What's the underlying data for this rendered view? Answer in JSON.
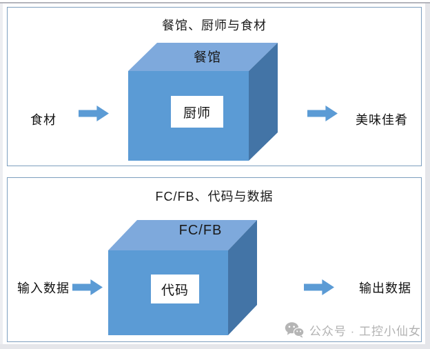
{
  "panels": [
    {
      "title": "餐馆、厨师与食材",
      "input_label": "食材",
      "box_top_label": "餐馆",
      "box_inner_label": "厨师",
      "output_label": "美味佳肴"
    },
    {
      "title": "FC/FB、代码与数据",
      "input_label": "输入数据",
      "box_top_label": "FC/FB",
      "box_inner_label": "代码",
      "output_label": "输出数据"
    }
  ],
  "watermark": {
    "icon": "wechat-icon",
    "text": "公众号 · 工控小仙女"
  },
  "colors": {
    "cube_top": "#7EA9DC",
    "cube_front": "#5B9BD5",
    "cube_side": "#4374A6",
    "arrow": "#5B9BD5",
    "panel_border": "#7C9EBE",
    "watermark_gray": "#B2B2B2"
  }
}
